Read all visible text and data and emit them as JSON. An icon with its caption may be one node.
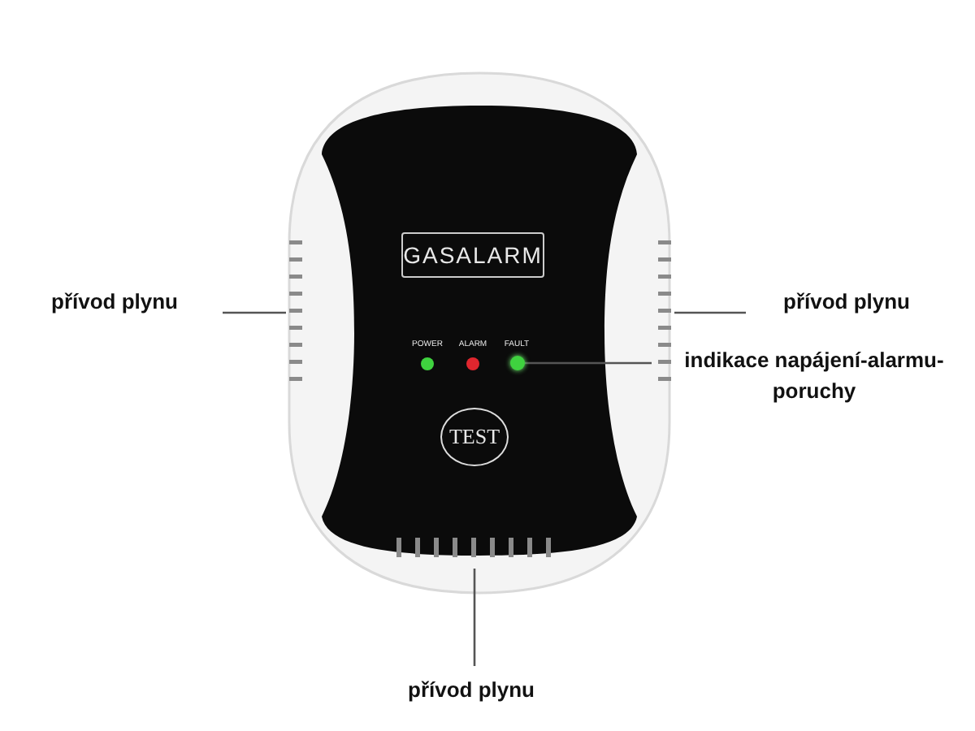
{
  "diagram": {
    "nodes": [
      {
        "text": [
          "přívod plynu"
        ]
      },
      {
        "text": [
          "přívod plynu"
        ]
      },
      {
        "text": [
          "indikace napájení-alarmu-poruchy"
        ]
      },
      {
        "text": [
          "přívod plynu"
        ]
      },
      {
        "text": [],
        "shape": "bar"
      },
      {
        "text": [],
        "shape": "bar"
      },
      {
        "text": [],
        "shape": "bar"
      },
      {
        "text": [],
        "shape": "circle"
      }
    ],
    "edges": [
      {
        "from": 0,
        "to": 4,
        "arrow": "none"
      },
      {
        "from": 1,
        "to": 5,
        "arrow": "none"
      },
      {
        "from": 2,
        "to": 7,
        "arrow": "none"
      },
      {
        "from": 3,
        "to": 6,
        "arrow": "none"
      }
    ],
    "labels": [
      "GASALARM",
      "POWER",
      "ALARM",
      "FAULT",
      "TEST"
    ]
  }
}
